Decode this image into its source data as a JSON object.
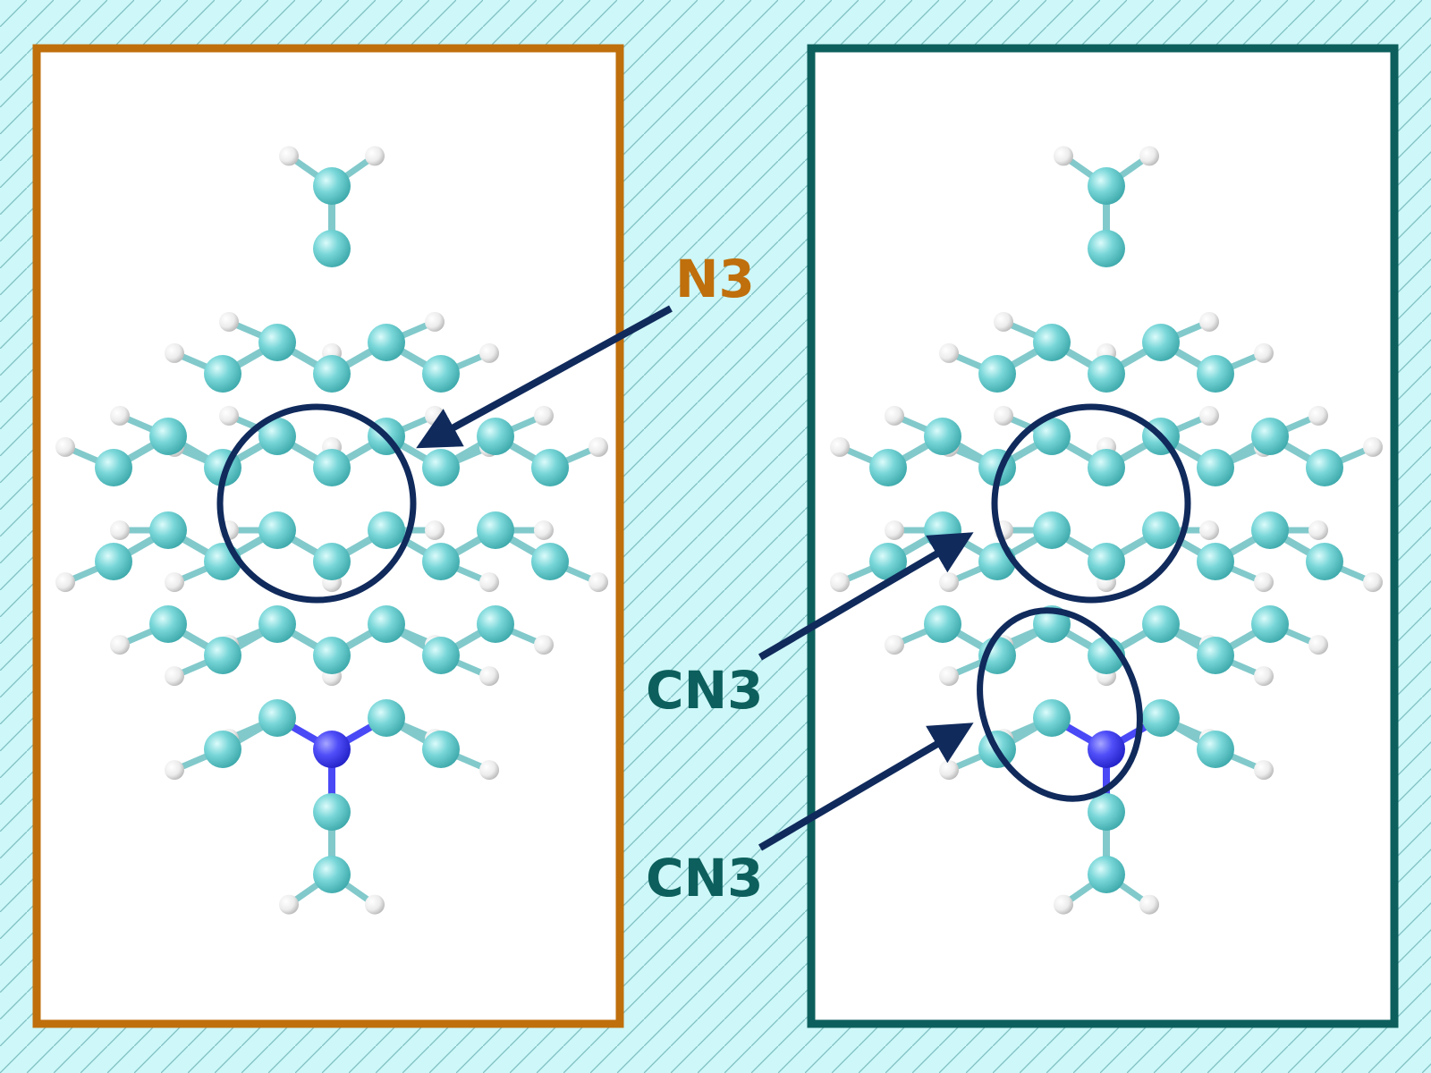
{
  "colors": {
    "background": "#cdf7f8",
    "hatch": "#7fbfc2",
    "panel_fill": "#ffffff",
    "left_frame": "#bf6f0c",
    "right_frame": "#0c5f5c",
    "carbon": "#6fd4d6",
    "nitrogen": "#4a49f6",
    "hydrogen": "#f2f2f2",
    "bond": "#82c9cb",
    "callout": "#102a5c"
  },
  "labels": {
    "n3": "N3",
    "cn3_upper": "CN3",
    "cn3_lower": "CN3"
  },
  "panels": [
    {
      "id": "left",
      "nitrogen_sites": [
        [
          -1,
          1
        ],
        [
          1,
          1
        ],
        [
          0,
          3
        ],
        [
          -1,
          5
        ],
        [
          0,
          7
        ]
      ]
    },
    {
      "id": "right",
      "nitrogen_sites": [
        [
          -1,
          1
        ],
        [
          1,
          1
        ],
        [
          0,
          3
        ],
        [
          -1,
          5
        ],
        [
          0,
          7
        ]
      ]
    }
  ]
}
